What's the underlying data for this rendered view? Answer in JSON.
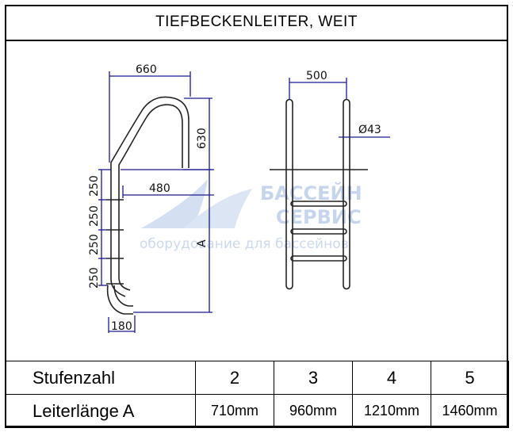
{
  "title": "TIEFBECKENLEITER, WEIT",
  "dimensions": {
    "width_top": "660",
    "height_top": "630",
    "offset": "480",
    "step_spacing": [
      "250",
      "250",
      "250",
      "250"
    ],
    "foot": "180",
    "length_label": "A",
    "front_width": "500",
    "tube_diameter": "Ø43"
  },
  "watermark": {
    "line1": "БАССЕЙН",
    "line2": "СЕРВИС",
    "line3": "оборудование для бассейнов"
  },
  "table": {
    "row1_label": "Stufenzahl",
    "row1_values": [
      "2",
      "3",
      "4",
      "5"
    ],
    "row2_label": "Leiterlänge  A",
    "row2_values": [
      "710mm",
      "960mm",
      "1210mm",
      "1460mm"
    ]
  },
  "colors": {
    "dimension_line": "#1a1a8c",
    "watermark": "#c9d8ee",
    "frame": "#000000"
  }
}
